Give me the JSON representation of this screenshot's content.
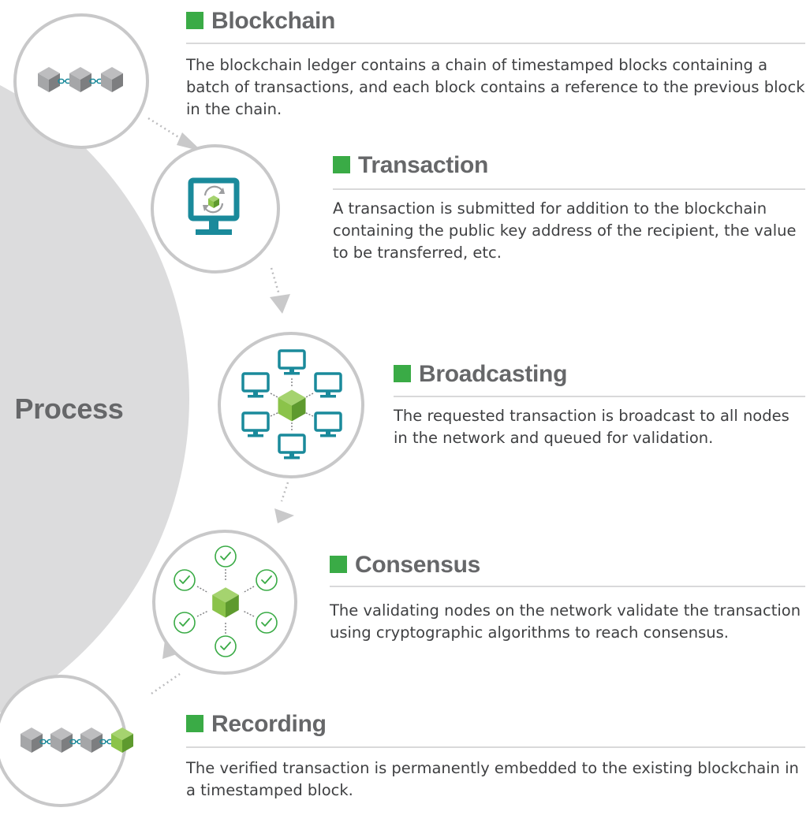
{
  "center_label": "Process",
  "steps": [
    {
      "title": "Blockchain",
      "description": "The blockchain ledger contains a chain of timestamped blocks containing a batch of transactions, and each block contains a reference to the previous block in the chain.",
      "icon": "blockchain-chain-icon"
    },
    {
      "title": "Transaction",
      "description": "A transaction is submitted for addition to the blockchain containing the public key address of the recipient, the value to be transferred, etc.",
      "icon": "monitor-sync-icon"
    },
    {
      "title": "Broadcasting",
      "description": "The requested transaction is broadcast to all nodes in the network and queued for validation.",
      "icon": "network-broadcast-icon"
    },
    {
      "title": "Consensus",
      "description": "The validating nodes on the network validate the transaction using cryptographic algorithms to reach consensus.",
      "icon": "consensus-check-icon"
    },
    {
      "title": "Recording",
      "description": "The verified transaction is permanently embedded to the existing blockchain in a timestamped block.",
      "icon": "blockchain-added-block-icon"
    }
  ],
  "colors": {
    "accent_green": "#3aab46",
    "cube_green": "#7ab648",
    "cube_gray": "#9d9ea0",
    "teal": "#1a8a9b",
    "circle_border": "#c8c8c9",
    "backdrop": "#dcdcdd",
    "title_gray": "#666769",
    "text_dark": "#3f4042"
  }
}
